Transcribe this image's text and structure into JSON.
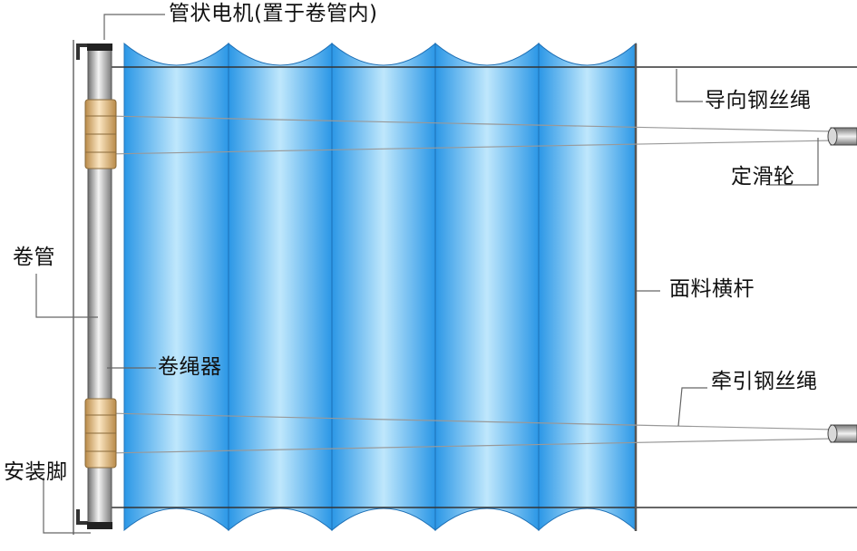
{
  "labels": {
    "motor": "管状电机(置于卷管内)",
    "guide_wire": "导向钢丝绳",
    "pulley": "定滑轮",
    "roll_tube": "卷管",
    "crossbar": "面料横杆",
    "rope_winder": "卷绳器",
    "traction_wire": "牵引钢丝绳",
    "mount_foot": "安装脚"
  },
  "colors": {
    "fabric_dark": "#2f9be8",
    "fabric_light": "#b9e4fb",
    "tube": "#a9a9a9",
    "winder": "#ecc892",
    "line": "#444444"
  }
}
